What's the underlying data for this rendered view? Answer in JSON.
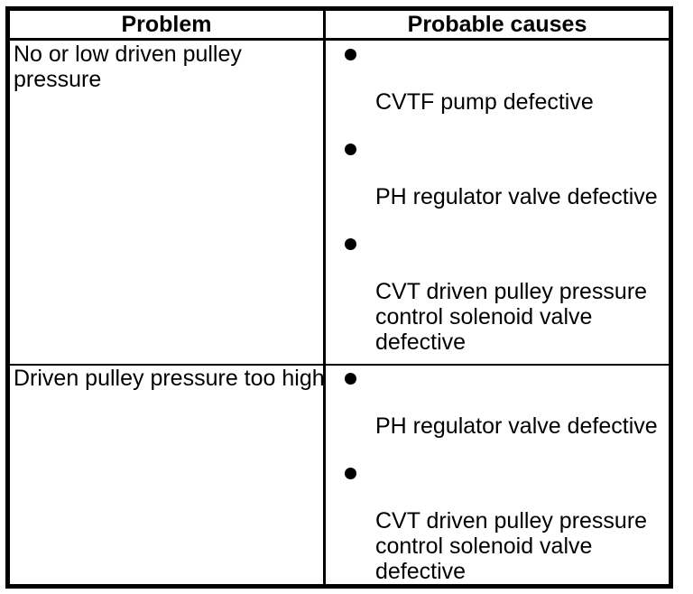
{
  "colors": {
    "background": "#ffffff",
    "border": "#000000",
    "text": "#000000"
  },
  "table": {
    "headers": {
      "problem": "Problem",
      "causes": "Probable causes"
    },
    "rows": [
      {
        "problem": "No or low driven pulley\npressure",
        "causes": [
          {
            "text": "CVTF pump defective"
          },
          {
            "text": "PH regulator valve defective"
          },
          {
            "text": "CVT driven pulley pressure\ncontrol solenoid valve\ndefective"
          }
        ]
      },
      {
        "problem": "Driven pulley pressure too high",
        "causes": [
          {
            "text": "PH regulator valve defective"
          },
          {
            "text": "CVT driven pulley pressure\ncontrol solenoid valve\ndefective"
          }
        ]
      }
    ]
  }
}
